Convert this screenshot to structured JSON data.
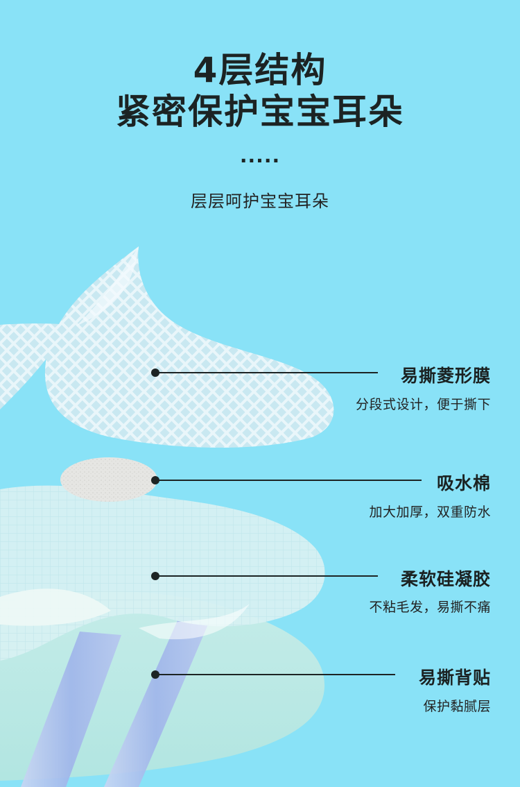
{
  "heading": {
    "line1": "4层结构",
    "line2": "紧密保护宝宝耳朵",
    "dots": ".....",
    "subtitle": "层层呵护宝宝耳朵"
  },
  "layers": [
    {
      "label": "易撕菱形膜",
      "desc": "分段式设计，便于撕下"
    },
    {
      "label": "吸水棉",
      "desc": "加大加厚，双重防水"
    },
    {
      "label": "柔软硅凝胶",
      "desc": "不粘毛发，易撕不痛"
    },
    {
      "label": "易撕背贴",
      "desc": "保护黏腻层"
    }
  ],
  "colors": {
    "background": "#89e2f7",
    "text": "#1c2323"
  }
}
